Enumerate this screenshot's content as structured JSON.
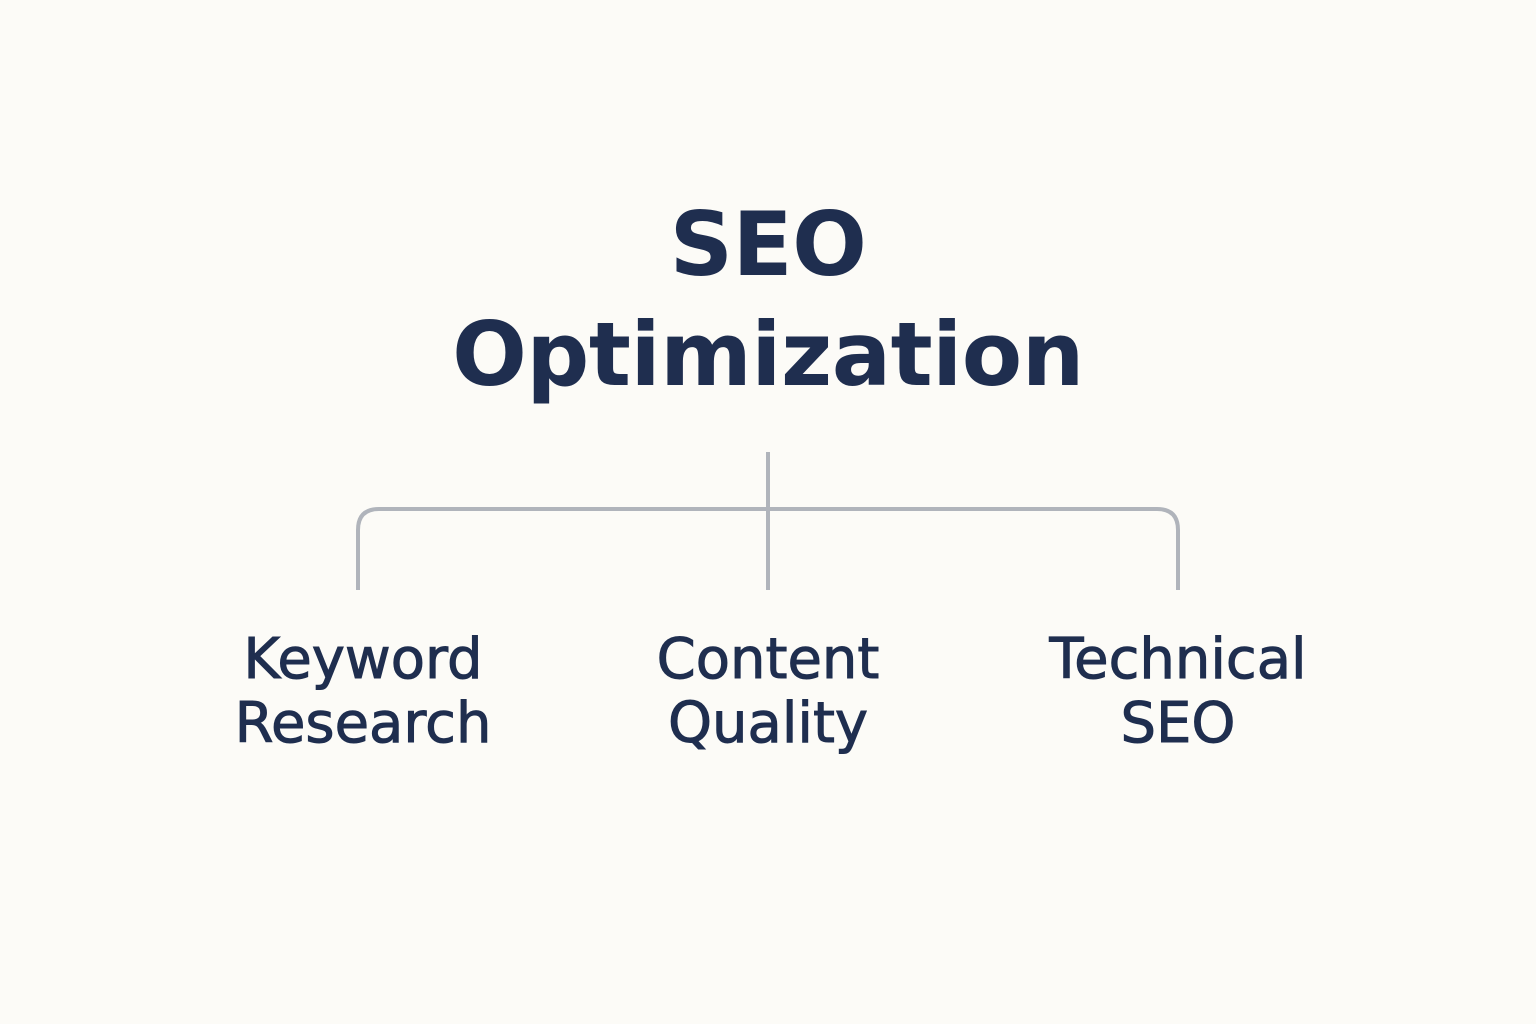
{
  "colors": {
    "background": "#fcfbf7",
    "text": "#1f2e4f",
    "connector": "#b0b4bb"
  },
  "root": {
    "line1": "SEO",
    "line2": "Optimization"
  },
  "children": [
    {
      "line1": "Keyword",
      "line2": "Research"
    },
    {
      "line1": "Content",
      "line2": "Quality"
    },
    {
      "line1": "Technical",
      "line2": "SEO"
    }
  ]
}
